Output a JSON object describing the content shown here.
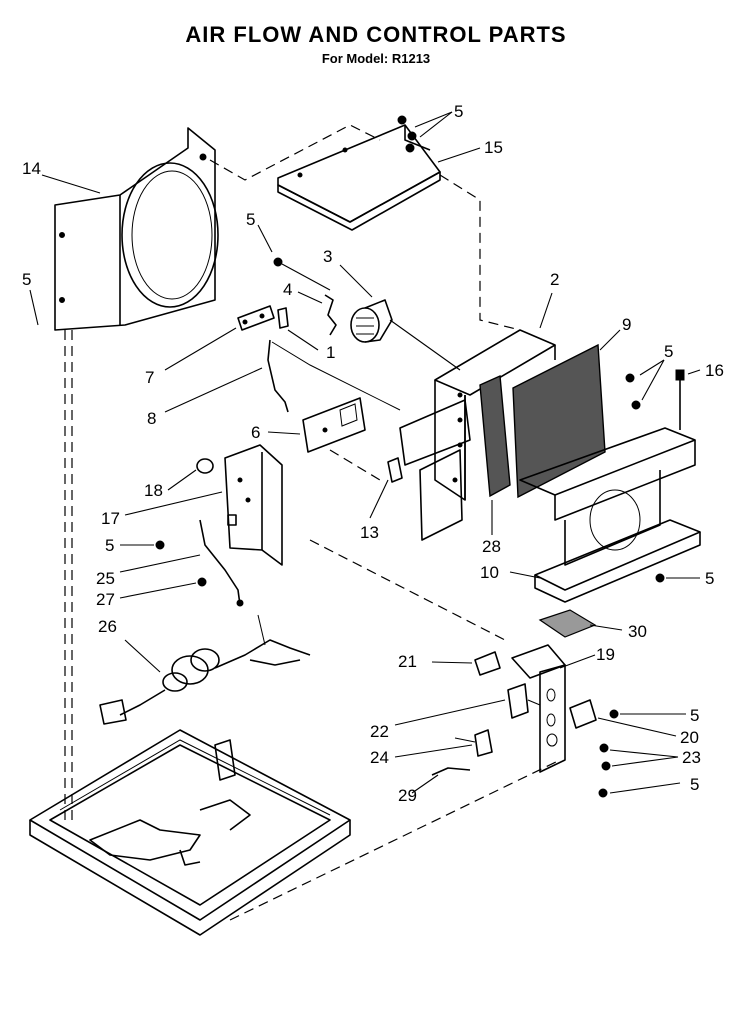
{
  "header": {
    "title": "AIR FLOW AND CONTROL PARTS",
    "subtitle": "For Model: R1213"
  },
  "callouts": [
    {
      "id": "c5a",
      "text": "5"
    },
    {
      "id": "c15",
      "text": "15"
    },
    {
      "id": "c14",
      "text": "14"
    },
    {
      "id": "c5b",
      "text": "5"
    },
    {
      "id": "c3",
      "text": "3"
    },
    {
      "id": "c5c",
      "text": "5"
    },
    {
      "id": "c4",
      "text": "4"
    },
    {
      "id": "c2",
      "text": "2"
    },
    {
      "id": "c9",
      "text": "9"
    },
    {
      "id": "c5d",
      "text": "5"
    },
    {
      "id": "c16",
      "text": "16"
    },
    {
      "id": "c7",
      "text": "7"
    },
    {
      "id": "c1",
      "text": "1"
    },
    {
      "id": "c8",
      "text": "8"
    },
    {
      "id": "c6",
      "text": "6"
    },
    {
      "id": "c18",
      "text": "18"
    },
    {
      "id": "c17",
      "text": "17"
    },
    {
      "id": "c13",
      "text": "13"
    },
    {
      "id": "c28",
      "text": "28"
    },
    {
      "id": "c5e",
      "text": "5"
    },
    {
      "id": "c25",
      "text": "25"
    },
    {
      "id": "c10",
      "text": "10"
    },
    {
      "id": "c5f",
      "text": "5"
    },
    {
      "id": "c27",
      "text": "27"
    },
    {
      "id": "c26",
      "text": "26"
    },
    {
      "id": "c30",
      "text": "30"
    },
    {
      "id": "c21",
      "text": "21"
    },
    {
      "id": "c19",
      "text": "19"
    },
    {
      "id": "c5g",
      "text": "5"
    },
    {
      "id": "c22",
      "text": "22"
    },
    {
      "id": "c20",
      "text": "20"
    },
    {
      "id": "c24",
      "text": "24"
    },
    {
      "id": "c23",
      "text": "23"
    },
    {
      "id": "c5h",
      "text": "5"
    },
    {
      "id": "c29",
      "text": "29"
    }
  ],
  "colors": {
    "ink": "#000000",
    "paper": "#ffffff",
    "shade": "#555555"
  }
}
